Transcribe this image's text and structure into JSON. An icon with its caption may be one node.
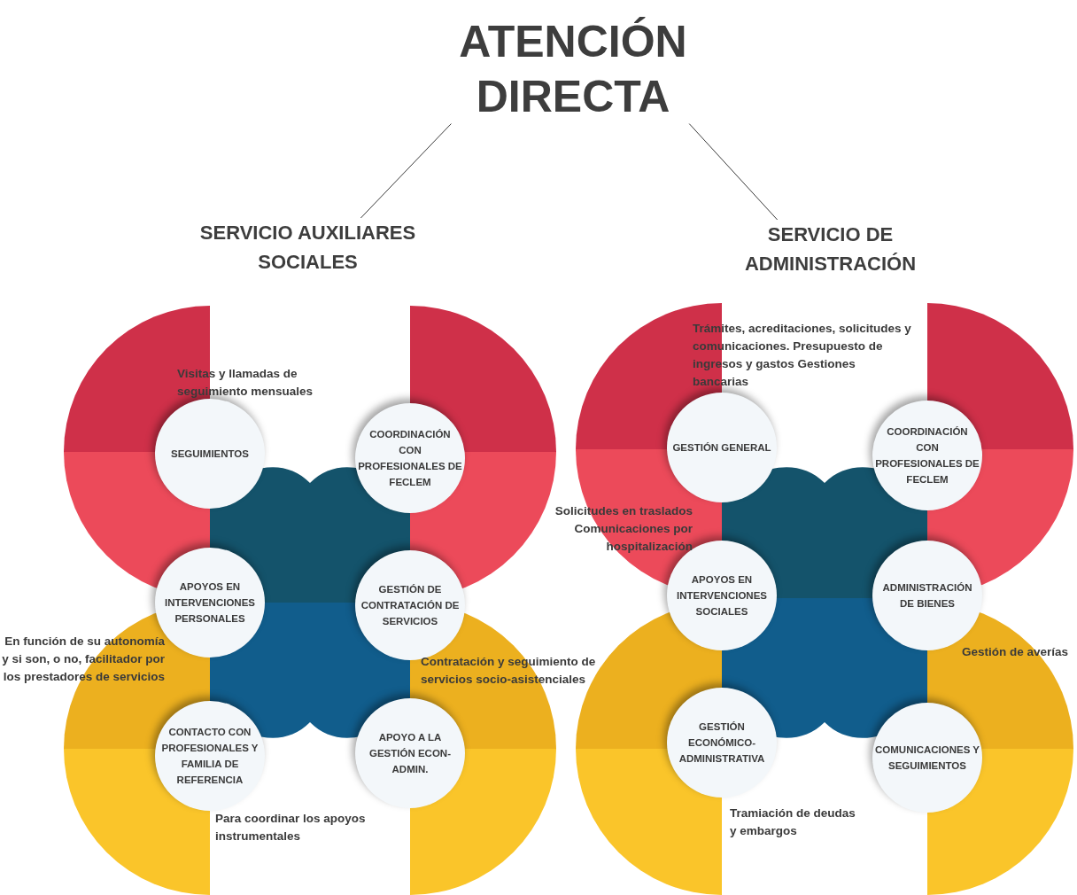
{
  "diagram": {
    "nodes": [
      {
        "text": [
          "ATENCIÓN DIRECTA"
        ]
      },
      {
        "text": [
          "SERVICIO AUXILIARES SOCIALES"
        ]
      },
      {
        "text": [
          "SERVICIO DE ADMINISTRACIÓN"
        ]
      },
      {
        "text": [
          "SEGUIMIENTOS"
        ],
        "beside": [
          "Visitas y llamadas de seguimiento mensuales"
        ]
      },
      {
        "text": [
          "COORDINACIÓN CON PROFESIONALES DE FECLEM"
        ]
      },
      {
        "text": [
          "APOYOS EN INTERVENCIONES PERSONALES"
        ],
        "beside": [
          "En función de su autonomía y si son, o no, facilitador por los prestadores de servicios"
        ]
      },
      {
        "text": [
          "GESTIÓN DE CONTRATACIÓN DE SERVICIOS"
        ],
        "beside": [
          "Contratación y seguimiento de servicios socio-asistenciales"
        ]
      },
      {
        "text": [
          "CONTACTO CON PROFESIONALES Y FAMILIA DE REFERENCIA"
        ],
        "beside": [
          "Para coordinar los apoyos instrumentales"
        ]
      },
      {
        "text": [
          "APOYO A LA GESTIÓN ECON-ADMIN."
        ]
      },
      {
        "text": [
          "GESTIÓN GENERAL"
        ],
        "beside": [
          "Trámites, acreditaciones, solicitudes y comunicaciones. Presupuesto de ingresos y gastos Gestiones bancarias"
        ]
      },
      {
        "text": [
          "COORDINACIÓN CON PROFESIONALES DE FECLEM"
        ]
      },
      {
        "text": [
          "APOYOS EN INTERVENCIONES SOCIALES"
        ],
        "beside": [
          "Solicitudes en traslados Comunicaciones por hospitalización"
        ]
      },
      {
        "text": [
          "ADMINISTRACIÓN DE BIENES"
        ],
        "beside": [
          "Gestión de averías"
        ]
      },
      {
        "text": [
          "GESTIÓN ECONÓMICO-ADMINISTRATIVA"
        ],
        "beside": [
          "Tramiación de deudas y embargos"
        ]
      },
      {
        "text": [
          "COMUNICACIONES Y SEGUIMIENTOS"
        ]
      }
    ],
    "edges": [
      {
        "from": 0,
        "to": 1,
        "arrow": "none"
      },
      {
        "from": 0,
        "to": 2,
        "arrow": "none"
      }
    ]
  }
}
